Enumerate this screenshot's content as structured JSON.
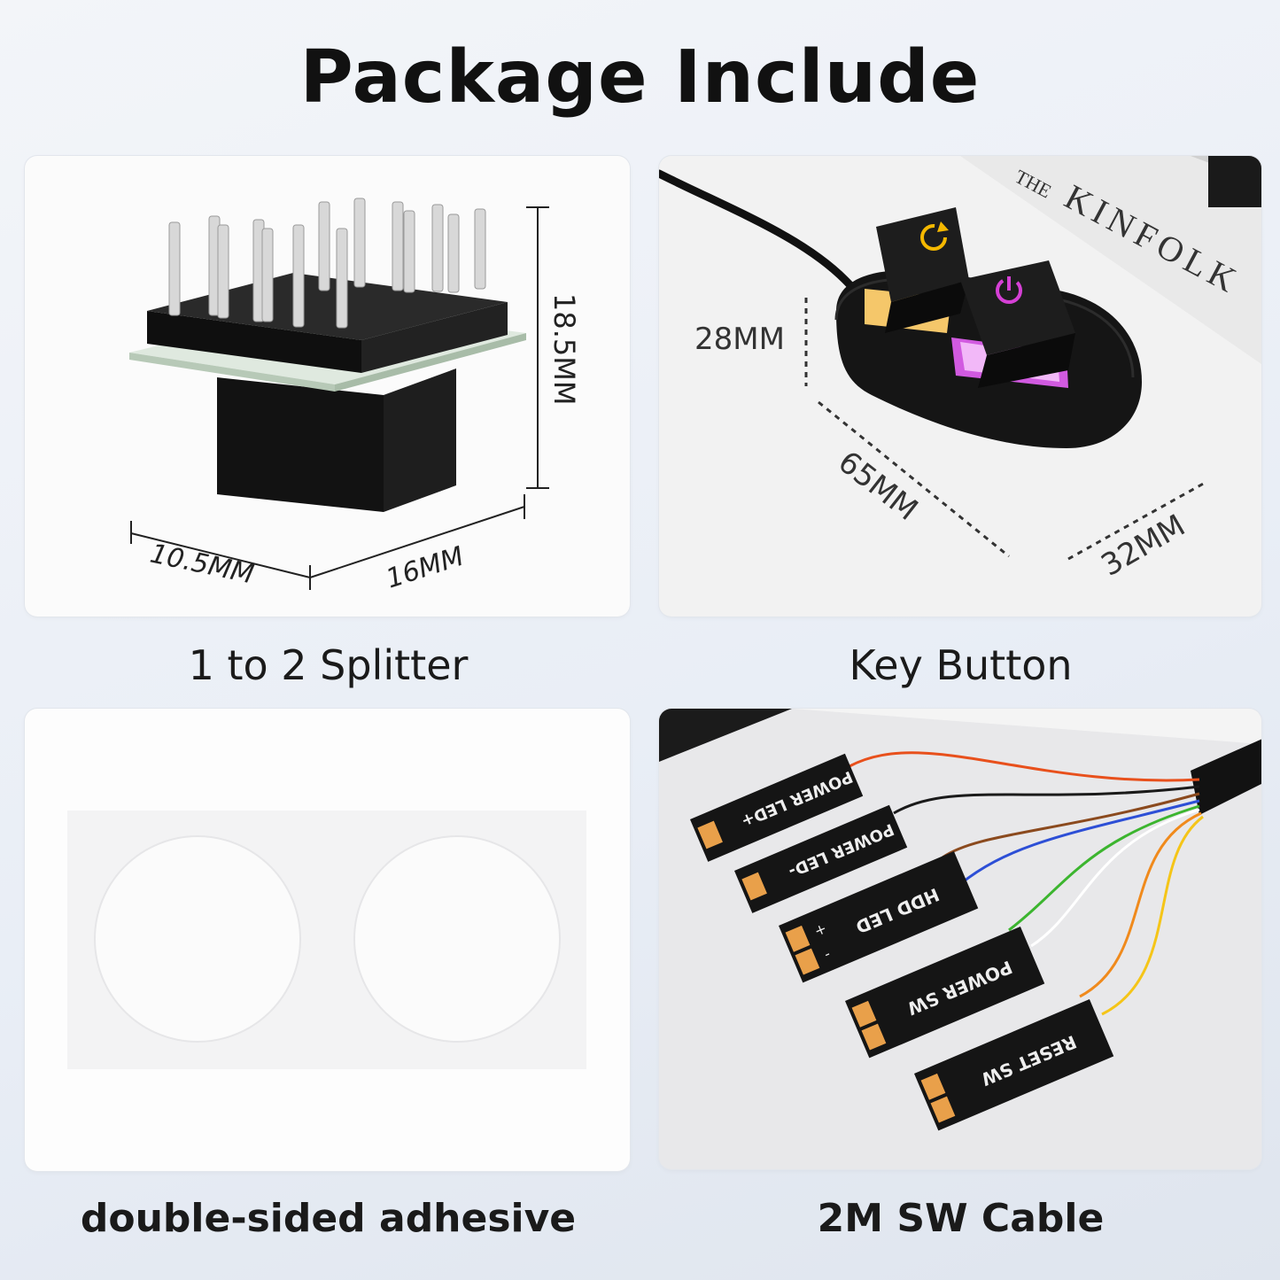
{
  "title": "Package Include",
  "items": [
    {
      "caption": "1 to 2 Splitter",
      "dimensions": {
        "height": "18.5MM",
        "depth": "10.5MM",
        "width": "16MM"
      }
    },
    {
      "caption": "Key Button",
      "dimensions": {
        "height": "28MM",
        "length": "65MM",
        "width": "32MM"
      },
      "book_text": "KINFOLK",
      "book_prefix": "THE"
    },
    {
      "caption": "double-sided adhesive"
    },
    {
      "caption": "2M SW Cable",
      "connectors": [
        "POWER LED+",
        "POWER LED-",
        "HDD LED",
        "POWER SW",
        "RESET SW"
      ],
      "hdd_polarity": [
        "+",
        "-"
      ],
      "wire_colors": [
        "#e8501c",
        "#1a1a1a",
        "#8b4a1e",
        "#2d4fd6",
        "#3cb52f",
        "#ffffff",
        "#f08a1c",
        "#f5c518"
      ]
    }
  ],
  "colors": {
    "accent_yellow": "#f5b800",
    "accent_magenta": "#d640d6"
  }
}
